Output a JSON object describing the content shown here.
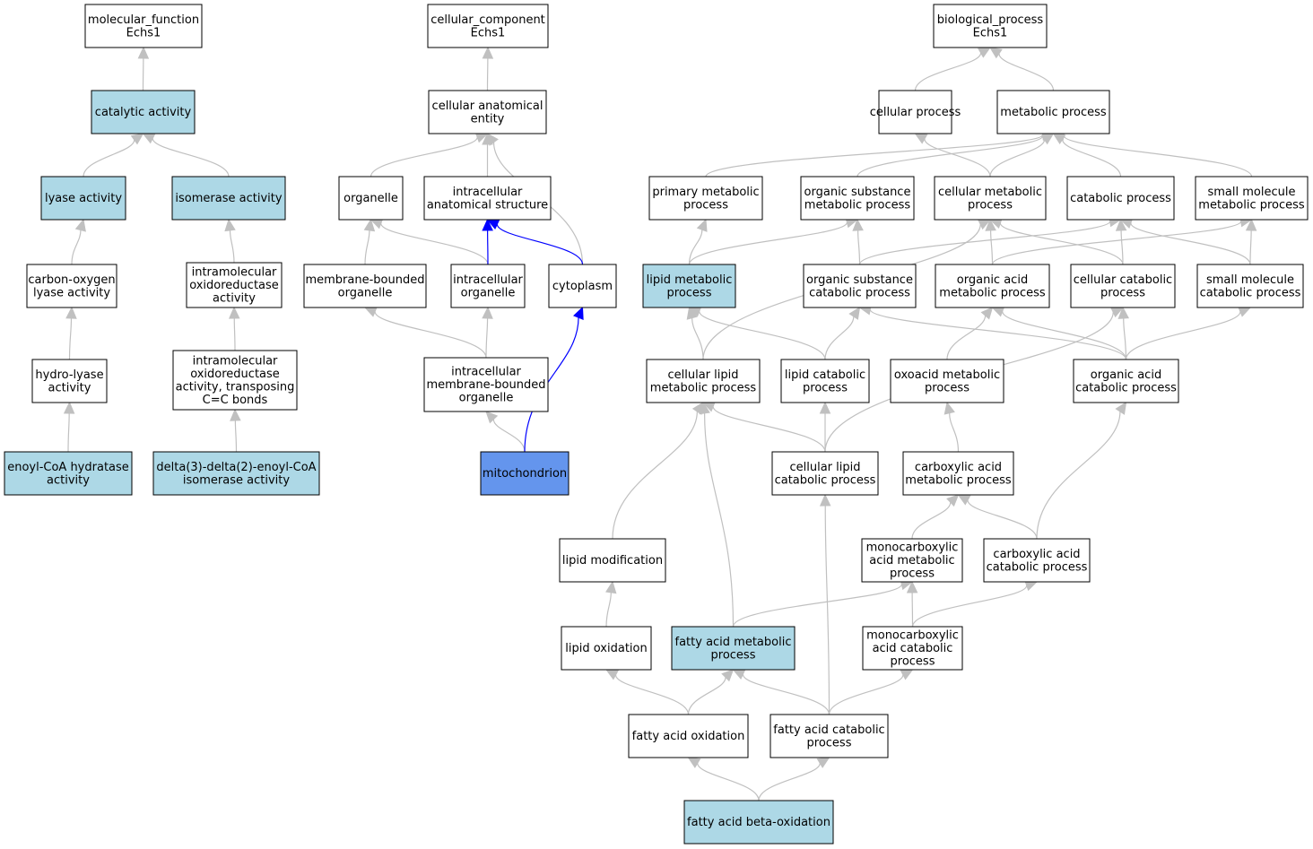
{
  "colors": {
    "highlight": "#add8e6",
    "selected": "#6495ed",
    "plain": "#ffffff",
    "edge": "#c0c0c0",
    "edge_emphasis": "#0000ff",
    "border": "#000000"
  },
  "nodes": [
    {
      "id": "mf",
      "lines": [
        "molecular_function",
        "Echs1"
      ],
      "fill": "plain"
    },
    {
      "id": "catalytic",
      "lines": [
        "catalytic activity"
      ],
      "fill": "highlight"
    },
    {
      "id": "lyase",
      "lines": [
        "lyase activity"
      ],
      "fill": "highlight"
    },
    {
      "id": "isomerase",
      "lines": [
        "isomerase activity"
      ],
      "fill": "highlight"
    },
    {
      "id": "co_lyase",
      "lines": [
        "carbon-oxygen",
        "lyase activity"
      ],
      "fill": "plain"
    },
    {
      "id": "intramol",
      "lines": [
        "intramolecular",
        "oxidoreductase",
        "activity"
      ],
      "fill": "plain"
    },
    {
      "id": "hydrolyase",
      "lines": [
        "hydro-lyase",
        "activity"
      ],
      "fill": "plain"
    },
    {
      "id": "intramol_cc",
      "lines": [
        "intramolecular",
        "oxidoreductase",
        "activity, transposing",
        "C=C bonds"
      ],
      "fill": "plain"
    },
    {
      "id": "enoyl_hyd",
      "lines": [
        "enoyl-CoA hydratase",
        "activity"
      ],
      "fill": "highlight"
    },
    {
      "id": "delta_iso",
      "lines": [
        "delta(3)-delta(2)-enoyl-CoA",
        "isomerase activity"
      ],
      "fill": "highlight"
    },
    {
      "id": "cc",
      "lines": [
        "cellular_component",
        "Echs1"
      ],
      "fill": "plain"
    },
    {
      "id": "cae",
      "lines": [
        "cellular anatomical",
        "entity"
      ],
      "fill": "plain"
    },
    {
      "id": "organelle",
      "lines": [
        "organelle"
      ],
      "fill": "plain"
    },
    {
      "id": "ias",
      "lines": [
        "intracellular",
        "anatomical structure"
      ],
      "fill": "plain"
    },
    {
      "id": "mbo",
      "lines": [
        "membrane-bounded",
        "organelle"
      ],
      "fill": "plain"
    },
    {
      "id": "io",
      "lines": [
        "intracellular",
        "organelle"
      ],
      "fill": "plain"
    },
    {
      "id": "cytoplasm",
      "lines": [
        "cytoplasm"
      ],
      "fill": "plain"
    },
    {
      "id": "imbo",
      "lines": [
        "intracellular",
        "membrane-bounded",
        "organelle"
      ],
      "fill": "plain"
    },
    {
      "id": "mito",
      "lines": [
        "mitochondrion"
      ],
      "fill": "selected"
    },
    {
      "id": "bp",
      "lines": [
        "biological_process",
        "Echs1"
      ],
      "fill": "plain"
    },
    {
      "id": "cellproc",
      "lines": [
        "cellular process"
      ],
      "fill": "plain"
    },
    {
      "id": "metproc",
      "lines": [
        "metabolic process"
      ],
      "fill": "plain"
    },
    {
      "id": "primmet",
      "lines": [
        "primary metabolic",
        "process"
      ],
      "fill": "plain"
    },
    {
      "id": "orgsubmet",
      "lines": [
        "organic substance",
        "metabolic process"
      ],
      "fill": "plain"
    },
    {
      "id": "cellmet",
      "lines": [
        "cellular metabolic",
        "process"
      ],
      "fill": "plain"
    },
    {
      "id": "catab",
      "lines": [
        "catabolic process"
      ],
      "fill": "plain"
    },
    {
      "id": "smallmet",
      "lines": [
        "small molecule",
        "metabolic process"
      ],
      "fill": "plain"
    },
    {
      "id": "lipidmet",
      "lines": [
        "lipid metabolic",
        "process"
      ],
      "fill": "highlight"
    },
    {
      "id": "orgsubcat",
      "lines": [
        "organic substance",
        "catabolic process"
      ],
      "fill": "plain"
    },
    {
      "id": "orgacidmet",
      "lines": [
        "organic acid",
        "metabolic process"
      ],
      "fill": "plain"
    },
    {
      "id": "cellcat",
      "lines": [
        "cellular catabolic",
        "process"
      ],
      "fill": "plain"
    },
    {
      "id": "smallcat",
      "lines": [
        "small molecule",
        "catabolic process"
      ],
      "fill": "plain"
    },
    {
      "id": "celllipidmet",
      "lines": [
        "cellular lipid",
        "metabolic process"
      ],
      "fill": "plain"
    },
    {
      "id": "lipidcat",
      "lines": [
        "lipid catabolic",
        "process"
      ],
      "fill": "plain"
    },
    {
      "id": "oxoacid",
      "lines": [
        "oxoacid metabolic",
        "process"
      ],
      "fill": "plain"
    },
    {
      "id": "orgacidcat",
      "lines": [
        "organic acid",
        "catabolic process"
      ],
      "fill": "plain"
    },
    {
      "id": "celllipidcat",
      "lines": [
        "cellular lipid",
        "catabolic process"
      ],
      "fill": "plain"
    },
    {
      "id": "carbmet",
      "lines": [
        "carboxylic acid",
        "metabolic process"
      ],
      "fill": "plain"
    },
    {
      "id": "lipidmod",
      "lines": [
        "lipid modification"
      ],
      "fill": "plain"
    },
    {
      "id": "monocarbmet",
      "lines": [
        "monocarboxylic",
        "acid metabolic",
        "process"
      ],
      "fill": "plain"
    },
    {
      "id": "carbcat",
      "lines": [
        "carboxylic acid",
        "catabolic process"
      ],
      "fill": "plain"
    },
    {
      "id": "lipidox",
      "lines": [
        "lipid oxidation"
      ],
      "fill": "plain"
    },
    {
      "id": "famet",
      "lines": [
        "fatty acid metabolic",
        "process"
      ],
      "fill": "highlight"
    },
    {
      "id": "monocarbcat",
      "lines": [
        "monocarboxylic",
        "acid catabolic",
        "process"
      ],
      "fill": "plain"
    },
    {
      "id": "faox",
      "lines": [
        "fatty acid oxidation"
      ],
      "fill": "plain"
    },
    {
      "id": "facat",
      "lines": [
        "fatty acid catabolic",
        "process"
      ],
      "fill": "plain"
    },
    {
      "id": "fabeta",
      "lines": [
        "fatty acid beta-oxidation"
      ],
      "fill": "highlight"
    }
  ],
  "edges": [
    {
      "from": "catalytic",
      "to": "mf"
    },
    {
      "from": "lyase",
      "to": "catalytic"
    },
    {
      "from": "isomerase",
      "to": "catalytic"
    },
    {
      "from": "co_lyase",
      "to": "lyase"
    },
    {
      "from": "intramol",
      "to": "isomerase"
    },
    {
      "from": "hydrolyase",
      "to": "co_lyase"
    },
    {
      "from": "intramol_cc",
      "to": "intramol"
    },
    {
      "from": "enoyl_hyd",
      "to": "hydrolyase"
    },
    {
      "from": "delta_iso",
      "to": "intramol_cc"
    },
    {
      "from": "cae",
      "to": "cc"
    },
    {
      "from": "organelle",
      "to": "cae"
    },
    {
      "from": "ias",
      "to": "cae"
    },
    {
      "from": "cytoplasm",
      "to": "cae"
    },
    {
      "from": "mbo",
      "to": "organelle"
    },
    {
      "from": "io",
      "to": "organelle"
    },
    {
      "from": "io",
      "to": "ias",
      "emph": true
    },
    {
      "from": "cytoplasm",
      "to": "ias",
      "emph": true
    },
    {
      "from": "imbo",
      "to": "mbo"
    },
    {
      "from": "imbo",
      "to": "io"
    },
    {
      "from": "mito",
      "to": "imbo"
    },
    {
      "from": "mito",
      "to": "cytoplasm",
      "emph": true
    },
    {
      "from": "cellproc",
      "to": "bp"
    },
    {
      "from": "metproc",
      "to": "bp"
    },
    {
      "from": "primmet",
      "to": "metproc"
    },
    {
      "from": "orgsubmet",
      "to": "metproc"
    },
    {
      "from": "cellmet",
      "to": "metproc"
    },
    {
      "from": "cellmet",
      "to": "cellproc"
    },
    {
      "from": "catab",
      "to": "metproc"
    },
    {
      "from": "smallmet",
      "to": "metproc"
    },
    {
      "from": "lipidmet",
      "to": "primmet"
    },
    {
      "from": "lipidmet",
      "to": "orgsubmet"
    },
    {
      "from": "orgsubcat",
      "to": "orgsubmet"
    },
    {
      "from": "orgsubcat",
      "to": "catab"
    },
    {
      "from": "orgacidmet",
      "to": "cellmet"
    },
    {
      "from": "orgacidmet",
      "to": "smallmet"
    },
    {
      "from": "cellcat",
      "to": "cellmet"
    },
    {
      "from": "cellcat",
      "to": "catab"
    },
    {
      "from": "smallcat",
      "to": "catab"
    },
    {
      "from": "smallcat",
      "to": "smallmet"
    },
    {
      "from": "celllipidmet",
      "to": "lipidmet"
    },
    {
      "from": "celllipidmet",
      "to": "cellmet"
    },
    {
      "from": "lipidcat",
      "to": "lipidmet"
    },
    {
      "from": "lipidcat",
      "to": "orgsubcat"
    },
    {
      "from": "oxoacid",
      "to": "orgacidmet"
    },
    {
      "from": "orgacidcat",
      "to": "orgacidmet"
    },
    {
      "from": "orgacidcat",
      "to": "orgsubcat"
    },
    {
      "from": "orgacidcat",
      "to": "cellcat"
    },
    {
      "from": "orgacidcat",
      "to": "smallcat"
    },
    {
      "from": "celllipidcat",
      "to": "celllipidmet"
    },
    {
      "from": "celllipidcat",
      "to": "lipidcat"
    },
    {
      "from": "celllipidcat",
      "to": "cellcat"
    },
    {
      "from": "carbmet",
      "to": "oxoacid"
    },
    {
      "from": "lipidmod",
      "to": "celllipidmet"
    },
    {
      "from": "monocarbmet",
      "to": "carbmet"
    },
    {
      "from": "carbcat",
      "to": "carbmet"
    },
    {
      "from": "carbcat",
      "to": "orgacidcat"
    },
    {
      "from": "lipidox",
      "to": "lipidmod"
    },
    {
      "from": "famet",
      "to": "celllipidmet"
    },
    {
      "from": "famet",
      "to": "monocarbmet"
    },
    {
      "from": "monocarbcat",
      "to": "monocarbmet"
    },
    {
      "from": "monocarbcat",
      "to": "carbcat"
    },
    {
      "from": "faox",
      "to": "lipidox"
    },
    {
      "from": "faox",
      "to": "famet"
    },
    {
      "from": "facat",
      "to": "famet"
    },
    {
      "from": "facat",
      "to": "celllipidcat"
    },
    {
      "from": "facat",
      "to": "monocarbcat"
    },
    {
      "from": "fabeta",
      "to": "faox"
    },
    {
      "from": "fabeta",
      "to": "facat"
    }
  ]
}
